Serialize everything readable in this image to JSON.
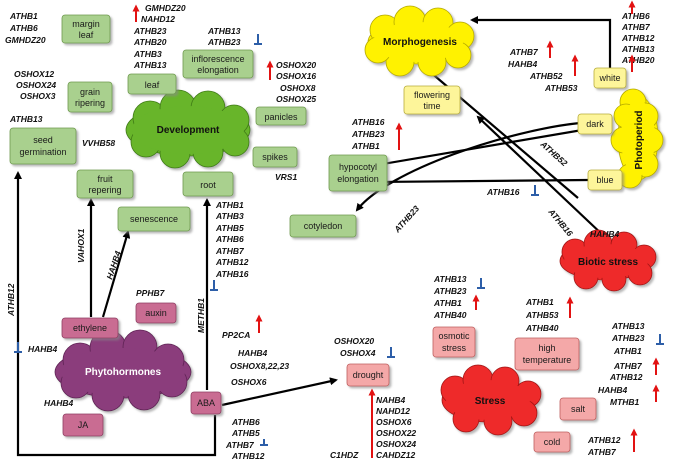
{
  "clouds": {
    "development": "Development",
    "phytohormones": "Phytohormones",
    "morphogenesis": "Morphogenesis",
    "biotic_stress": "Biotic stress",
    "stress": "Stress",
    "photoperiod": "Photoperiod"
  },
  "boxes": {
    "margin_leaf": [
      "margin",
      "leaf"
    ],
    "leaf": "leaf",
    "grain_ripering": [
      "grain",
      "ripering"
    ],
    "inflorescence_elongation": [
      "inflorescence",
      "elongation"
    ],
    "panicles": "panicles",
    "seed_germination": [
      "seed",
      "germination"
    ],
    "fruit_repering": [
      "fruit",
      "repering"
    ],
    "root": "root",
    "spikes": "spikes",
    "senescence": "senescence",
    "ethylene": "ethylene",
    "auxin": "auxin",
    "aba": "ABA",
    "ja": "JA",
    "flowering_time": [
      "flowering",
      "time"
    ],
    "white": "white",
    "dark": "dark",
    "blue": "blue",
    "hypocotyl_elongation": [
      "hypocotyl",
      "elongation"
    ],
    "cotyledon": "cotyledon",
    "drought": "drought",
    "osmotic_stress": [
      "osmotic",
      "stress"
    ],
    "high_temperature": [
      "high",
      "temperature"
    ],
    "salt": "salt",
    "cold": "cold"
  },
  "genes": {
    "margin_leaf_genes": [
      "ATHB1",
      "ATHB6",
      "GMHDZ20"
    ],
    "leaf_genes": [
      "GMHDZ20",
      "NAHD12",
      "ATHB23",
      "ATHB20",
      "ATHB3",
      "ATHB13"
    ],
    "inflorescence_genes": [
      "ATHB13",
      "ATHB23"
    ],
    "grain_genes": [
      "OSHOX12",
      "OSHOX24",
      "OSHOX3"
    ],
    "panicle_genes": [
      "OSHOX20",
      "OSHOX16",
      "OSHOX8",
      "OSHOX25"
    ],
    "seed_genes": [
      "ATHB13"
    ],
    "fruit_gene": "VVHB58",
    "spikes_gene": "VRS1",
    "vahox1": "VAHOX1",
    "hahb4_sen": "HAHB4",
    "athb12_left": "ATHB12",
    "root_genes": [
      "ATHB1",
      "ATHB3",
      "ATHB5",
      "ATHB6",
      "ATHB7",
      "ATHB12",
      "ATHB16"
    ],
    "meth1": "METHB1",
    "pphb7": "PPHB7",
    "hahb4_eth": "HAHB4",
    "aba_genes": [
      "PP2CA",
      "HAHB4",
      "OSHOX8,22,23",
      "OSHOX6"
    ],
    "ja_gene": "HAHB4",
    "aba_bottom_genes": [
      "ATHB6",
      "ATHB5",
      "ATHB7",
      "ATHB12"
    ],
    "morpho_genes": [
      "ATHB7",
      "HAHB4",
      "ATHB52",
      "ATHB53"
    ],
    "white_genes": [
      "ATHB6",
      "ATHB7",
      "ATHB12",
      "ATHB13",
      "ATHB20"
    ],
    "hypocotyl_genes": [
      "ATHB16",
      "ATHB23",
      "ATHB1"
    ],
    "athb52_diag": "ATHB52",
    "athb16_blue": "ATHB16",
    "athb16_diag": "ATHB16",
    "athb23_diag": "ATHB23",
    "hahb4_biotic": "HAHB4",
    "drought_top": [
      "OSHOX20",
      "OSHOX4"
    ],
    "drought_bottom": [
      "NAHB4",
      "NAHD12",
      "OSHOX6",
      "OSHOX22",
      "OSHOX24",
      "CAHDZ12"
    ],
    "c1hdz": "C1HDZ",
    "osmotic_genes": [
      "ATHB13",
      "ATHB23",
      "ATHB1",
      "ATHB40"
    ],
    "hightemp_genes": [
      "ATHB1",
      "ATHB53",
      "ATHB40"
    ],
    "salt_genes": [
      "ATHB13",
      "ATHB23",
      "ATHB1",
      "ATHB7",
      "ATHB12",
      "HAHB4",
      "MTHB1"
    ],
    "cold_genes": [
      "ATHB12",
      "ATHB7"
    ]
  },
  "colors": {
    "green_box": "#a9d08e",
    "pink_box": "#c96c92",
    "salmon_box": "#f4a8a8",
    "yellow_box": "#fdf59a",
    "green_cloud": "#67b52a",
    "purple_cloud": "#8b3e7c",
    "yellow_cloud": "#fff200",
    "red_cloud": "#ee2a2a",
    "up_arrow": "#e21212",
    "down_marker": "#2d5ea8"
  }
}
